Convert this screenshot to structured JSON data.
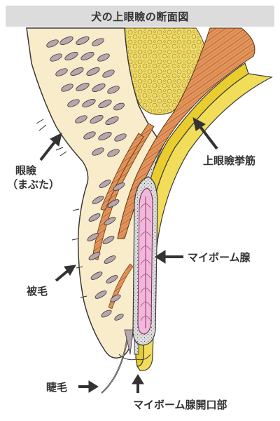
{
  "title": "犬の上眼瞼の断面図",
  "labels": {
    "eyelid_line1": "眼瞼",
    "eyelid_line2": "（まぶた）",
    "levator": "上眼瞼挙筋",
    "meibomian": "マイボーム腺",
    "fur": "被毛",
    "eyelash": "睫毛",
    "meibomian_opening": "マイボーム腺開口部"
  },
  "colors": {
    "skin": "#f8eccb",
    "fat": "#f0dc6a",
    "muscle": "#e3955c",
    "conjunctiva": "#e9cd2e",
    "gland": "#f2b8dc",
    "tarsus": "#d9d9d9",
    "follicle": "#b9a6ad",
    "title_bar": "#dcdcdc",
    "text": "#333333"
  },
  "icons": {
    "eyelid_arrow": "arrow-icon",
    "levator_arrow": "arrow-icon",
    "meibomian_arrow": "arrow-left-icon",
    "fur_arrow": "arrow-icon",
    "eyelash_arrow": "arrow-right-icon",
    "opening_arrow": "arrow-up-icon"
  }
}
